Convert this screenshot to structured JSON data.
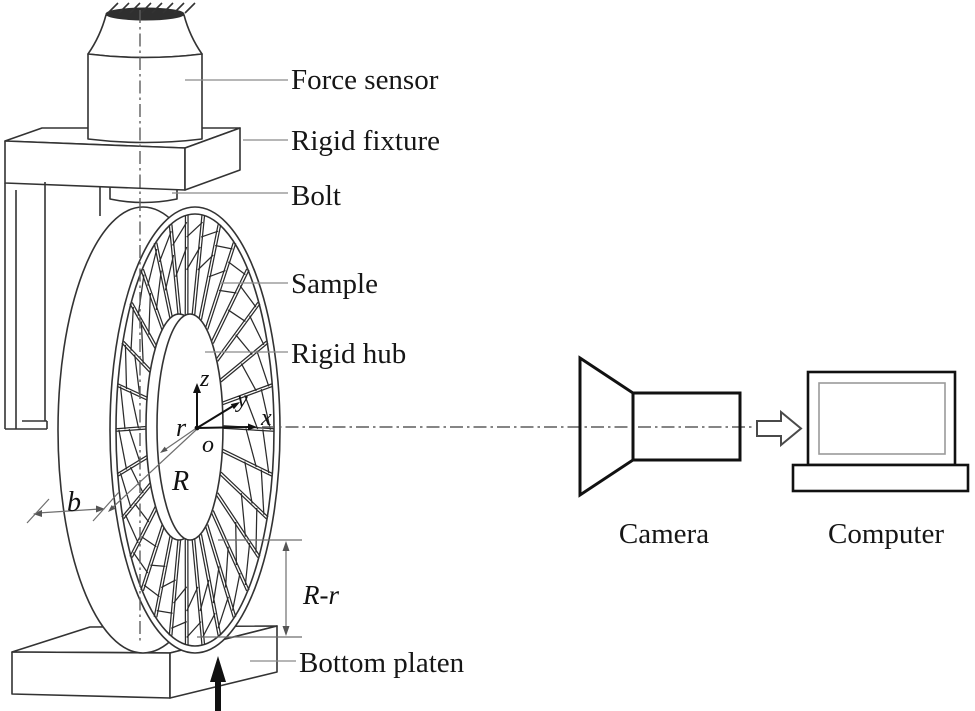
{
  "figure": {
    "background": "#ffffff",
    "ink_color": "#1a1a1a",
    "leader_color": "#8a8a8a",
    "labels": {
      "force_sensor": "Force sensor",
      "rigid_fixture": "Rigid fixture",
      "bolt": "Bolt",
      "sample": "Sample",
      "rigid_hub": "Rigid hub",
      "bottom_platen": "Bottom platen",
      "camera": "Camera",
      "computer": "Computer"
    },
    "dimensions": {
      "sample_width": "b",
      "hub_radius": "r",
      "outer_radius": "R",
      "radial_span": "R-r"
    },
    "axes": {
      "origin": "o",
      "x": "x",
      "y": "y",
      "z": "z"
    }
  }
}
